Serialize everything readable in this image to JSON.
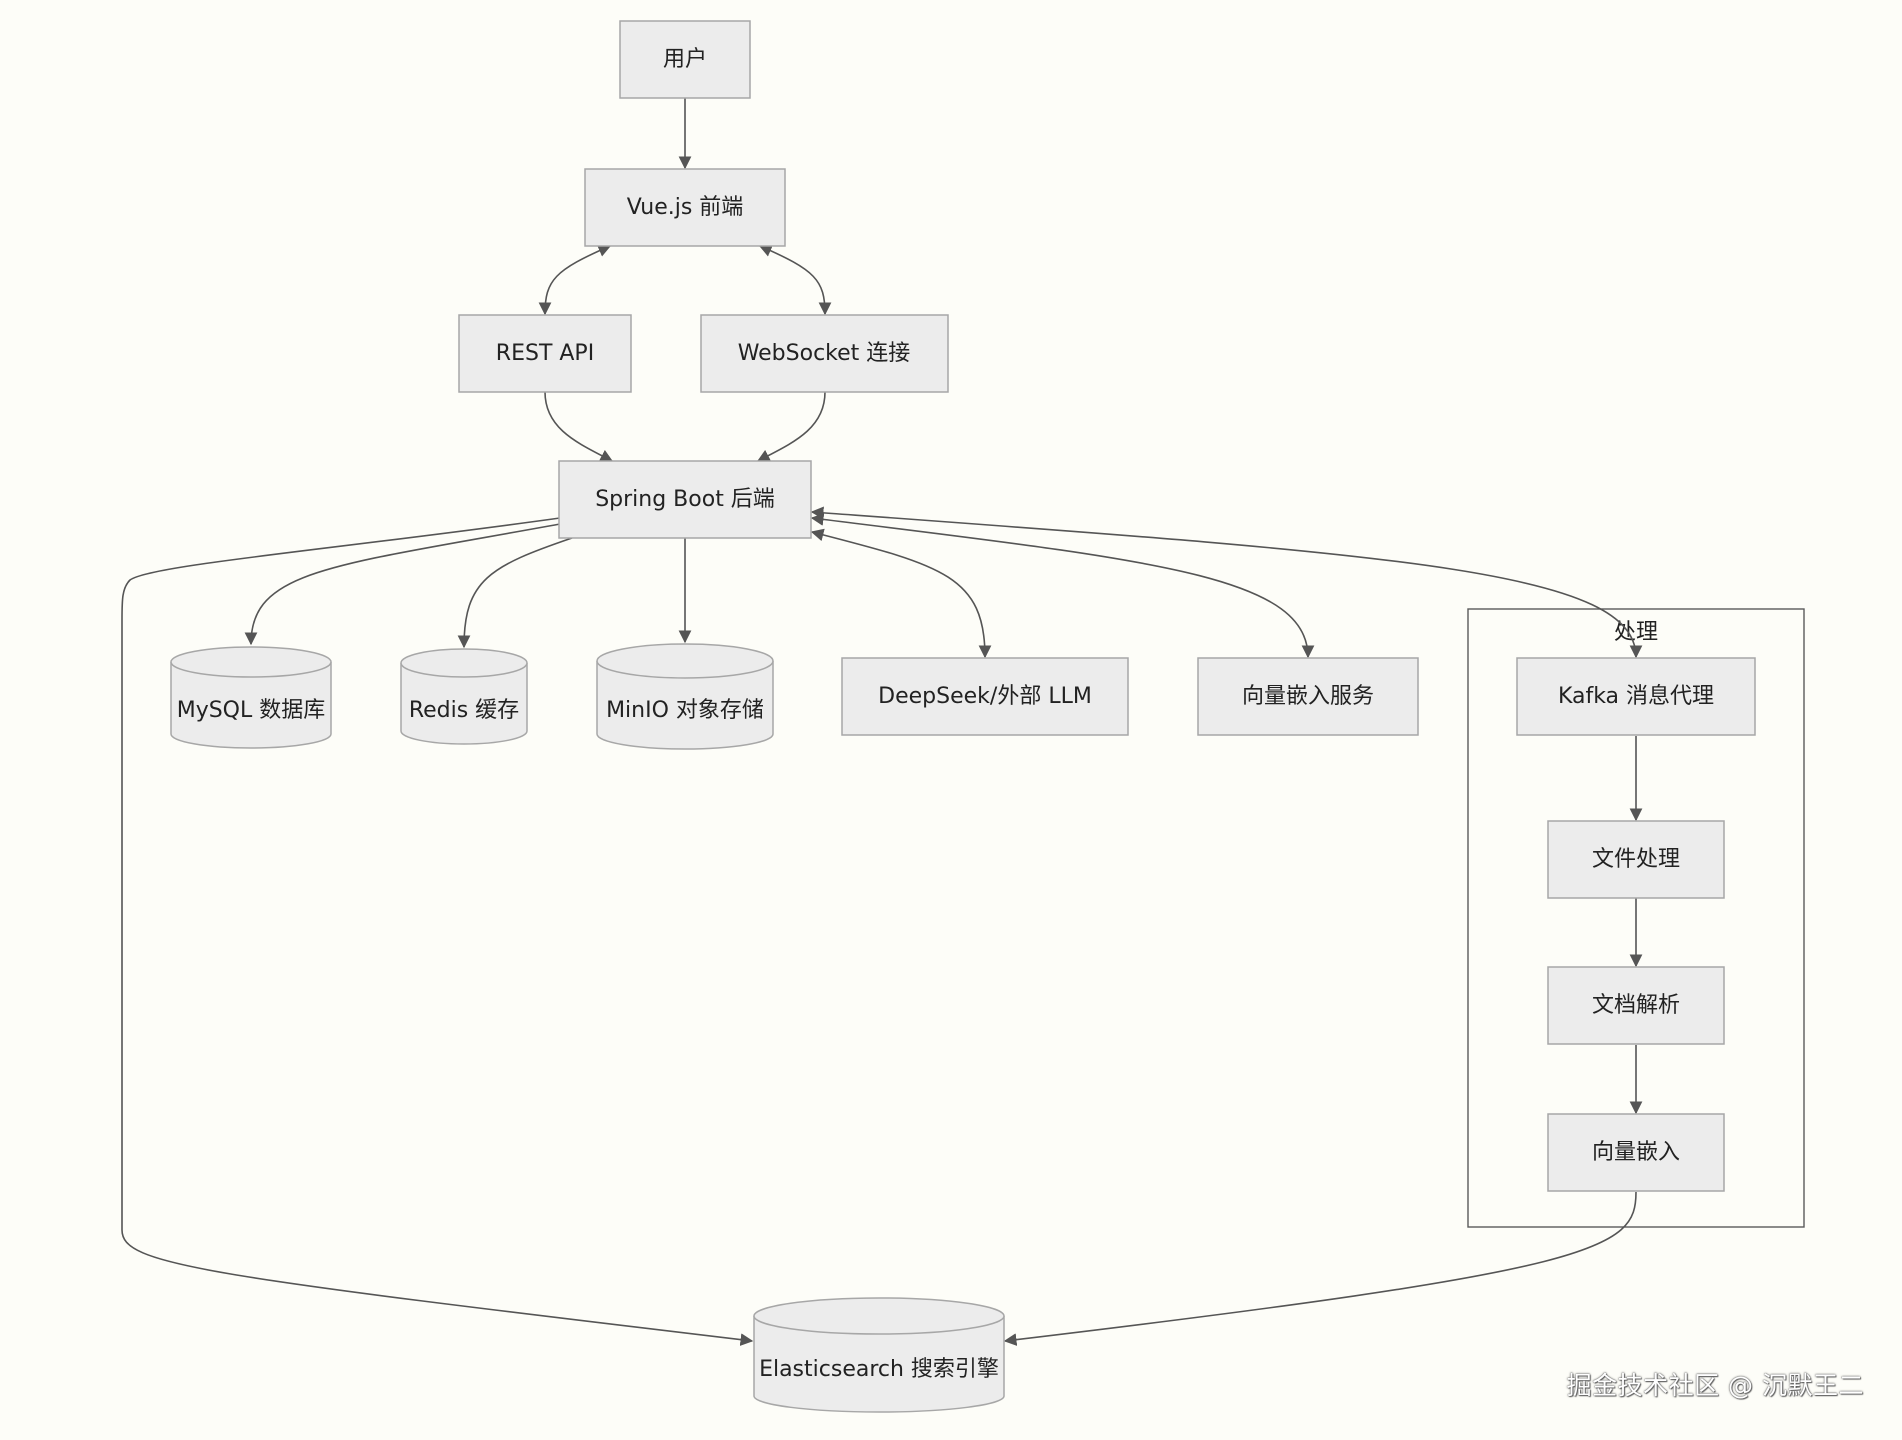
{
  "nodes": {
    "user": "用户",
    "vue_frontend": "Vue.js 前端",
    "rest_api": "REST API",
    "websocket": "WebSocket 连接",
    "spring_boot": "Spring Boot 后端",
    "mysql": "MySQL 数据库",
    "redis": "Redis 缓存",
    "minio": "MinIO 对象存储",
    "deepseek": "DeepSeek/外部 LLM",
    "vector_service": "向量嵌入服务",
    "kafka": "Kafka 消息代理",
    "file_processing": "文件处理",
    "doc_parsing": "文档解析",
    "vector_embedding": "向量嵌入",
    "elasticsearch": "Elasticsearch 搜索引擎"
  },
  "cluster": {
    "title": "处理"
  },
  "watermark": "掘金技术社区 @ 沉默王二",
  "colors": {
    "background": "#fdfdf8",
    "node_fill": "#ececec",
    "node_stroke": "#a7a7a7",
    "edge": "#555555"
  }
}
